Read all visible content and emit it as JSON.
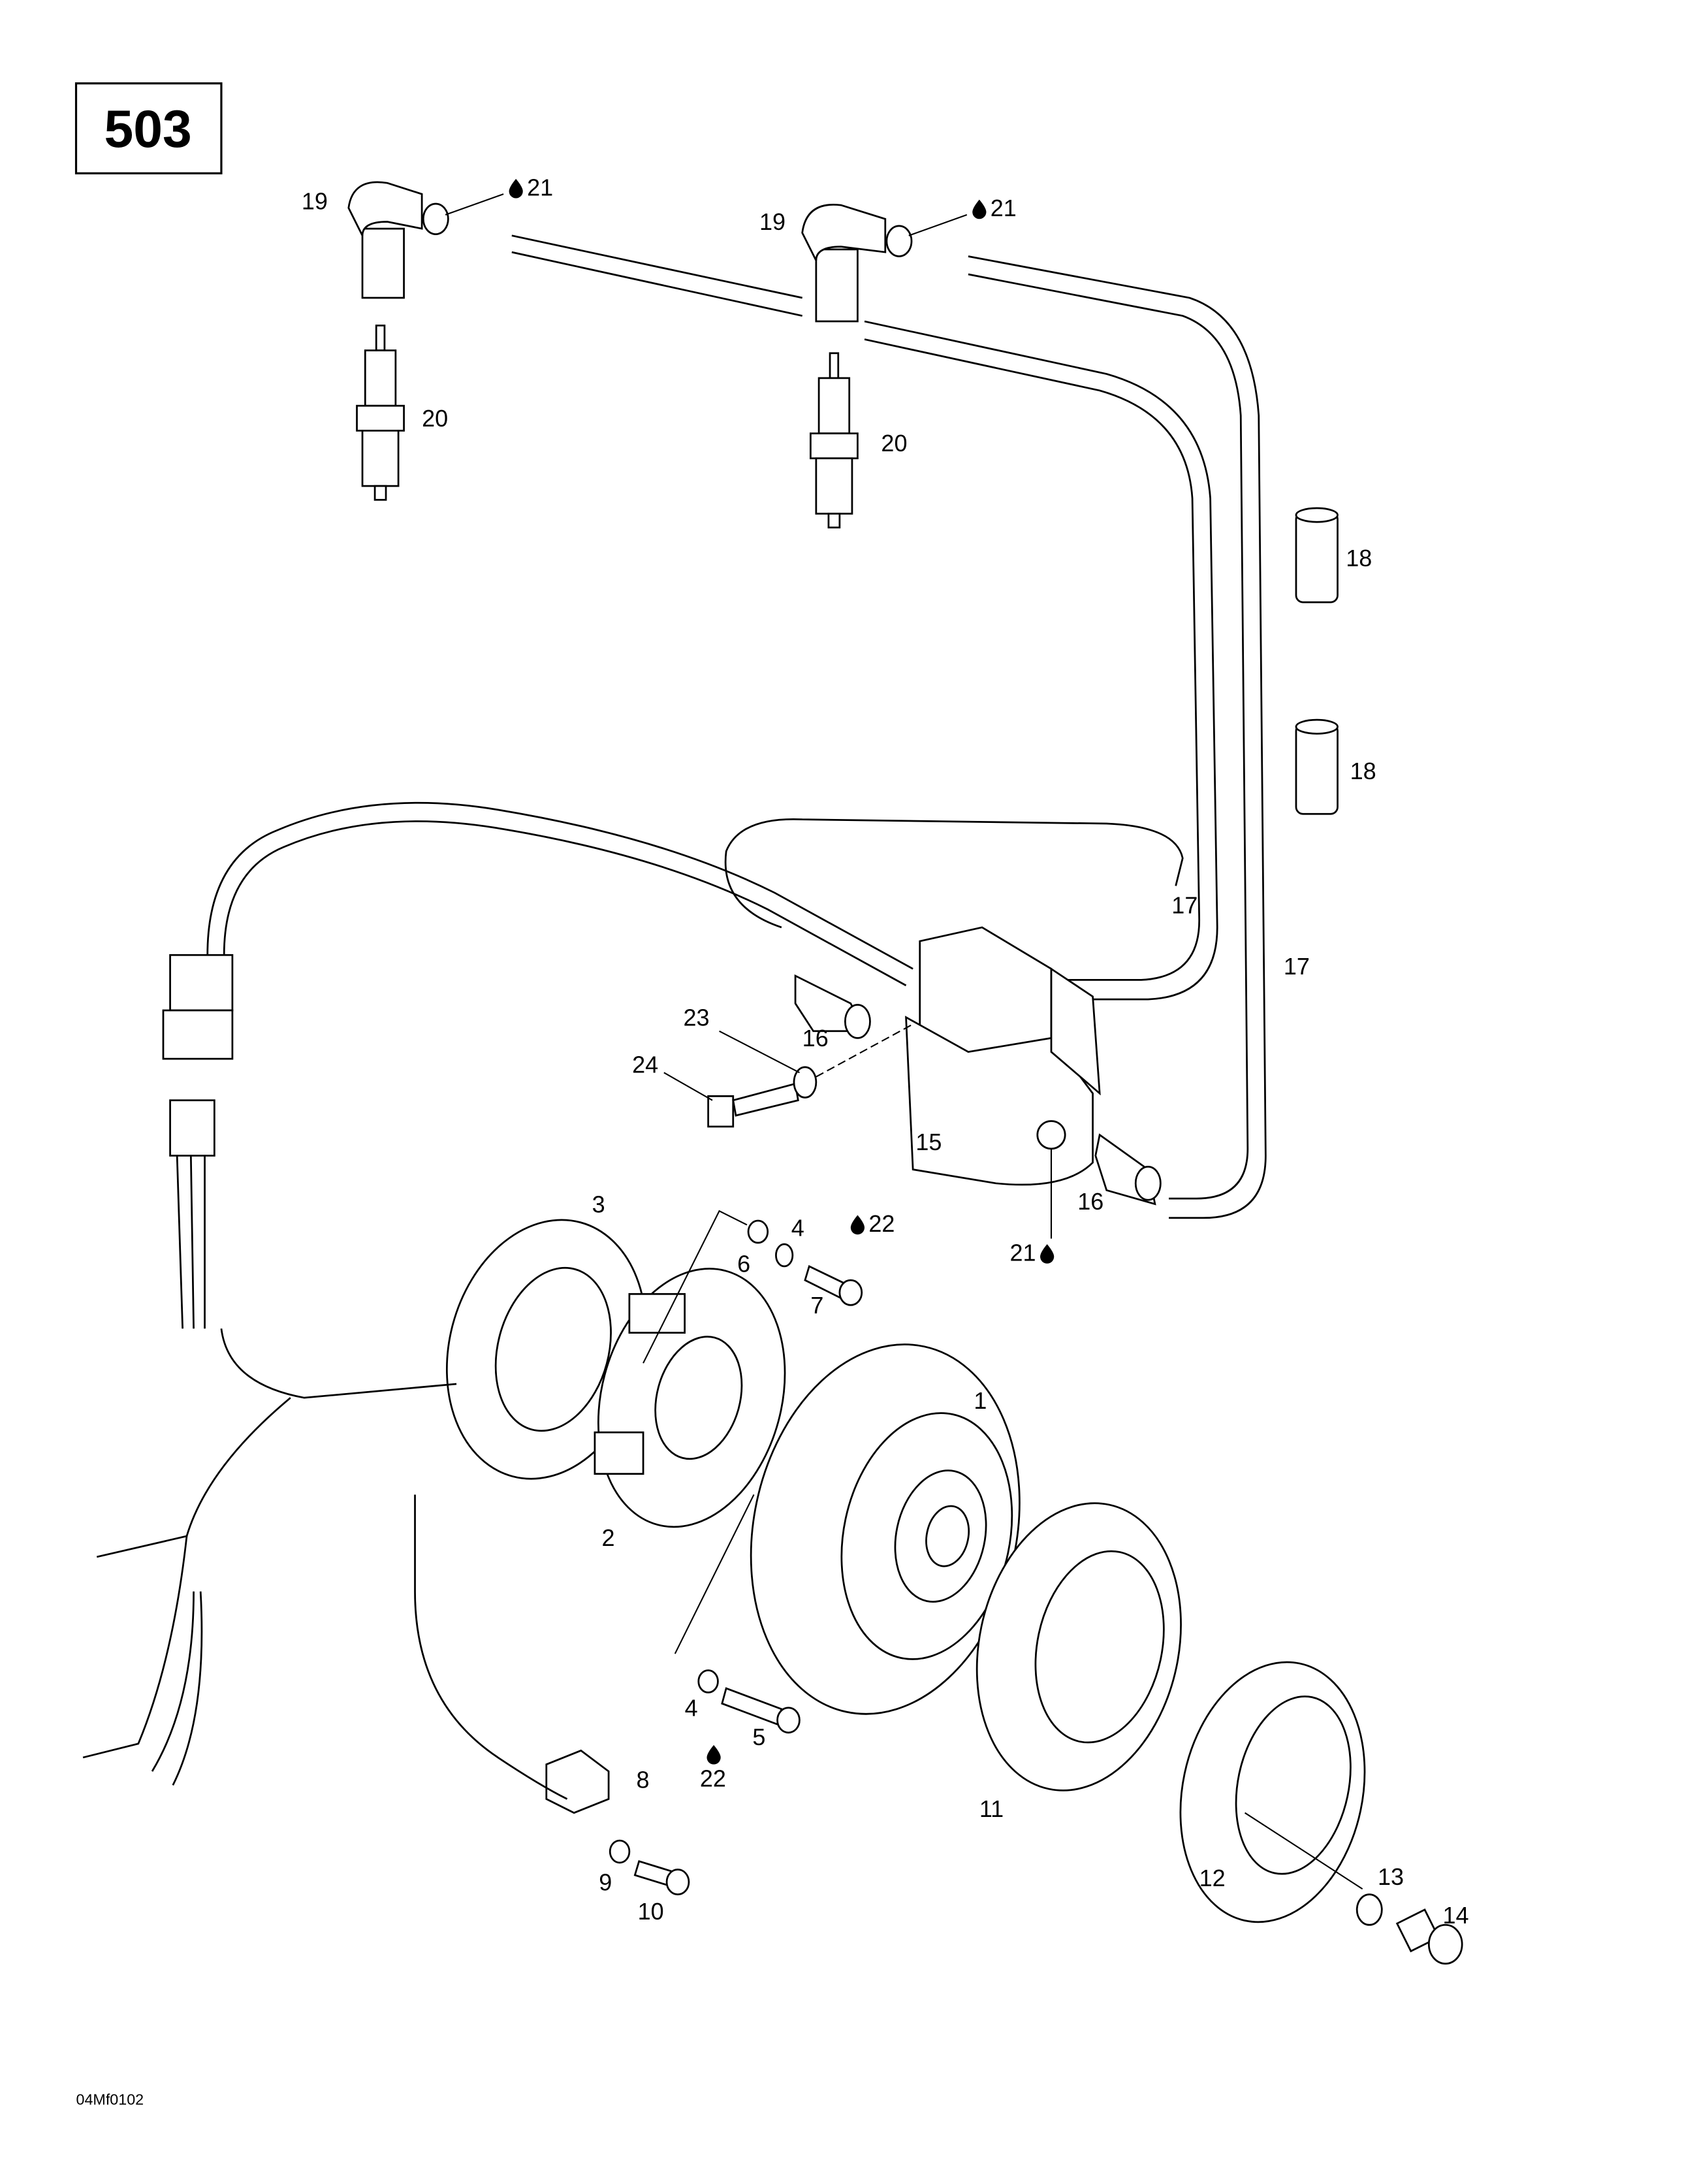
{
  "page_number": "503",
  "figure_code": "04Mf0102",
  "callouts": [
    {
      "id": "19",
      "drop": false
    },
    {
      "id": "21",
      "drop": true
    },
    {
      "id": "19",
      "drop": false
    },
    {
      "id": "21",
      "drop": true
    },
    {
      "id": "20",
      "drop": false
    },
    {
      "id": "20",
      "drop": false
    },
    {
      "id": "18",
      "drop": false
    },
    {
      "id": "18",
      "drop": false
    },
    {
      "id": "17",
      "drop": false
    },
    {
      "id": "17",
      "drop": false
    },
    {
      "id": "23",
      "drop": false
    },
    {
      "id": "24",
      "drop": false
    },
    {
      "id": "16",
      "drop": false
    },
    {
      "id": "15",
      "drop": false
    },
    {
      "id": "16",
      "drop": false
    },
    {
      "id": "21",
      "drop": true
    },
    {
      "id": "3",
      "drop": false
    },
    {
      "id": "4",
      "drop": false
    },
    {
      "id": "6",
      "drop": false
    },
    {
      "id": "22",
      "drop": true
    },
    {
      "id": "7",
      "drop": false
    },
    {
      "id": "1",
      "drop": false
    },
    {
      "id": "2",
      "drop": false
    },
    {
      "id": "4",
      "drop": false
    },
    {
      "id": "5",
      "drop": false
    },
    {
      "id": "22",
      "drop": true
    },
    {
      "id": "8",
      "drop": false
    },
    {
      "id": "9",
      "drop": false
    },
    {
      "id": "10",
      "drop": false
    },
    {
      "id": "11",
      "drop": false
    },
    {
      "id": "12",
      "drop": false
    },
    {
      "id": "13",
      "drop": false
    },
    {
      "id": "14",
      "drop": false
    }
  ]
}
